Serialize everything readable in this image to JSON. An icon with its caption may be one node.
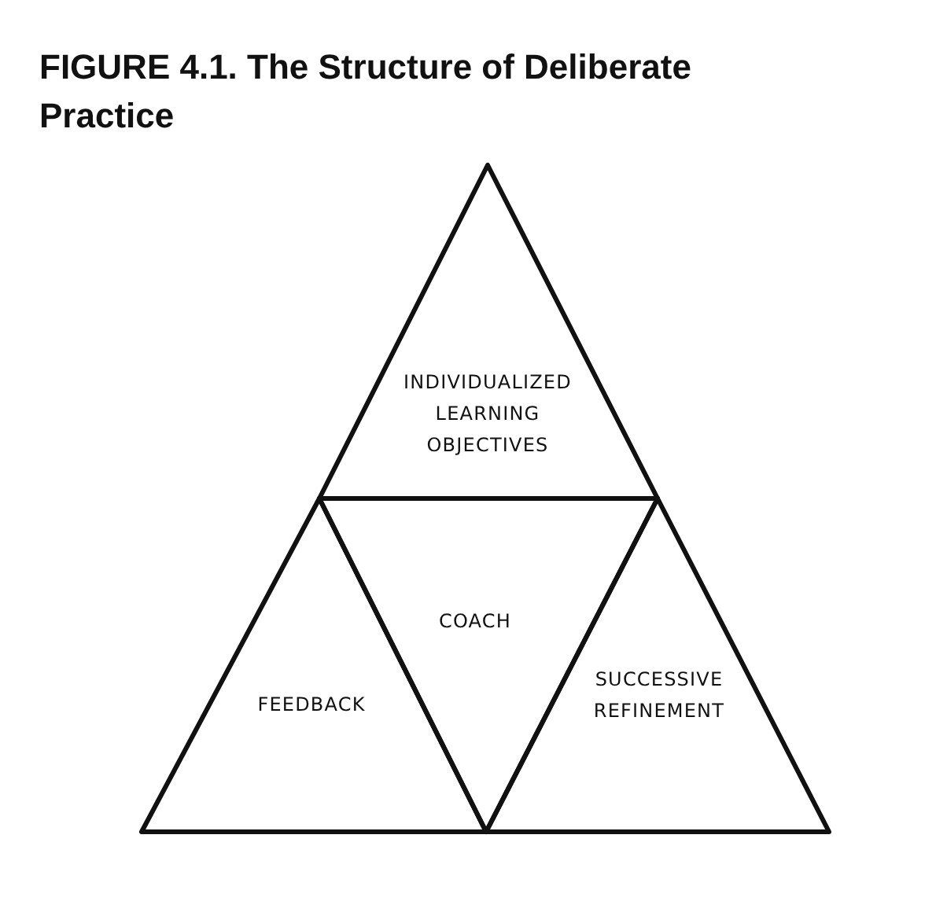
{
  "diagram": {
    "title": "FIGURE 4.1. The Structure of Deliberate Practice",
    "nodes": [
      {
        "text": [
          "INDIVIDUALIZED LEARNING OBJECTIVES"
        ]
      },
      {
        "text": [
          "FEEDBACK"
        ]
      },
      {
        "text": [
          "COACH"
        ]
      },
      {
        "text": [
          "SUCCESSIVE REFINEMENT"
        ]
      }
    ]
  }
}
